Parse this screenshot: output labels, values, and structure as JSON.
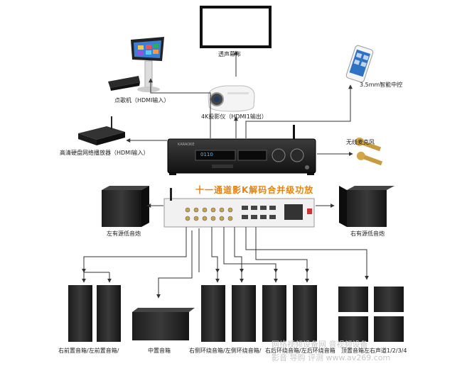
{
  "title": "十一通道影K解码合并级功放",
  "labels": {
    "screen": "透声幕布",
    "karaoke": "点歌机（HDMI输入）",
    "projector": "4K投影仪（HDMI1输出）",
    "phone": "3.5mm智能中控",
    "mediaplayer": "高清硬盘网络播放器（HDMI输入）",
    "mic": "无线麦克风",
    "sub_left": "左有源低音炮",
    "sub_right": "右有源低音炮",
    "front": "右前置音箱/左前置音箱/",
    "center": "中置音箱",
    "side": "右侧环绕音箱/左侧环绕音箱/",
    "rear": "右后环绕音箱/左后环绕音箱",
    "ceiling": "顶置音箱左右声道1/2/3/4"
  },
  "watermark": {
    "line1": "网络视频设备网 音视频设备",
    "line2": "影音  导购  评测  www.av269.com"
  },
  "device": {
    "brand": "KARAOKE",
    "display": "0110"
  }
}
